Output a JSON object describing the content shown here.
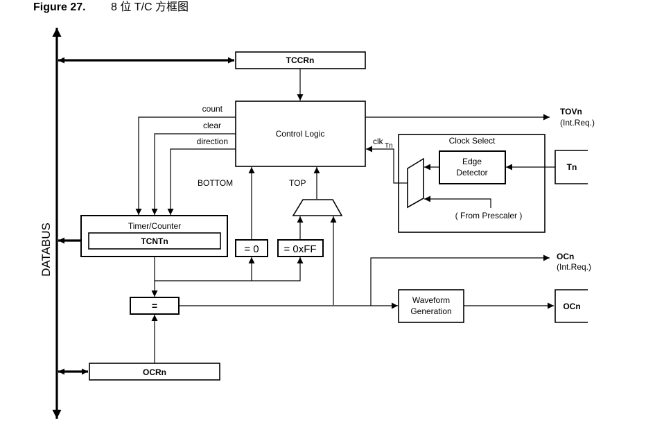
{
  "figure": {
    "number": "Figure 27.",
    "title": "8 位 T/C 方框图"
  },
  "diagram": {
    "databus_label": "DATABUS",
    "blocks": {
      "tccr": "TCCRn",
      "control_logic": "Control Logic",
      "timer_counter": "Timer/Counter",
      "tcnt": "TCNTn",
      "eq_zero": "= 0",
      "eq_max": "= 0xFF",
      "comparator": "=",
      "ocr": "OCRn",
      "clock_select": "Clock Select",
      "edge_detector_line1": "Edge",
      "edge_detector_line2": "Detector",
      "tn_pin": "Tn",
      "waveform_line1": "Waveform",
      "waveform_line2": "Generation",
      "ocn_pin": "OCn"
    },
    "signals": {
      "count": "count",
      "clear": "clear",
      "direction": "direction",
      "bottom": "BOTTOM",
      "top": "TOP",
      "clk_main": "clk",
      "clk_sub": "Tn",
      "tov": "TOVn",
      "tov_req": "(Int.Req.)",
      "ocn": "OCn",
      "ocn_req": "(Int.Req.)",
      "prescaler": "( From Prescaler )"
    }
  }
}
